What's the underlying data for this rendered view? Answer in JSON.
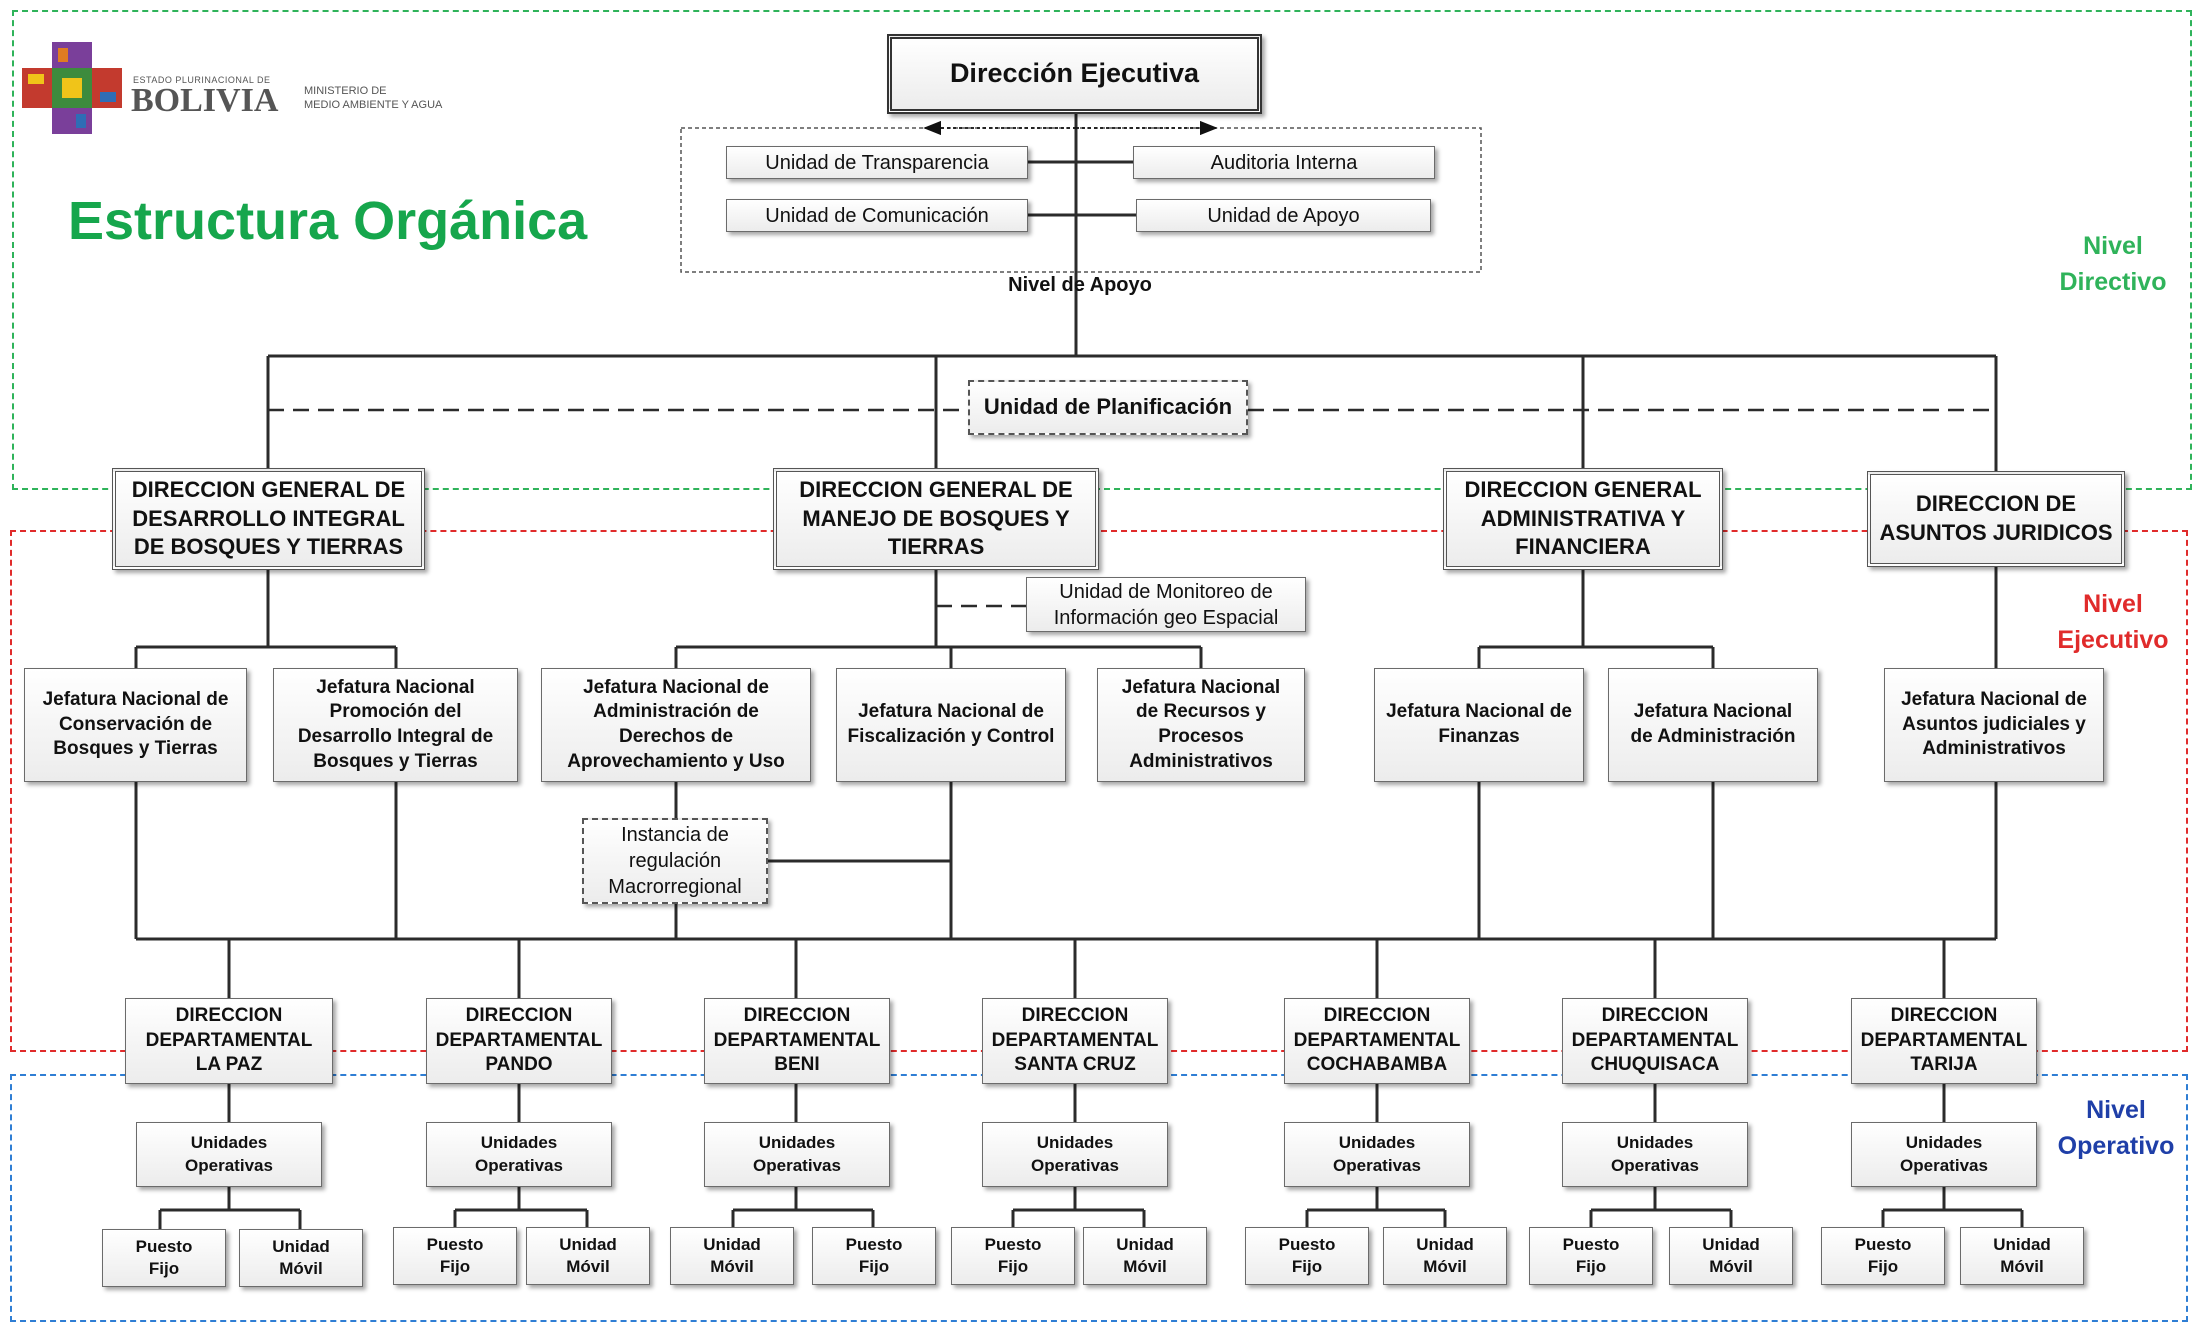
{
  "header": {
    "state_line": "ESTADO PLURINACIONAL DE",
    "country": "BOLIVIA",
    "ministry_line1": "MINISTERIO DE",
    "ministry_line2": "MEDIO AMBIENTE Y AGUA",
    "title": "Estructura Orgánica"
  },
  "levels": {
    "directivo": [
      "Nivel",
      "Directivo"
    ],
    "ejecutivo": [
      "Nivel",
      "Ejecutivo"
    ],
    "operativo": [
      "Nivel",
      "Operativo"
    ]
  },
  "executive": "Dirección Ejecutiva",
  "support": {
    "items": [
      "Unidad de Transparencia",
      "Auditoria Interna",
      "Unidad de Comunicación",
      "Unidad de Apoyo"
    ],
    "caption": "Nivel de Apoyo"
  },
  "planning": "Unidad de Planificación",
  "general_directions": [
    [
      "DIRECCION GENERAL DE",
      "DESARROLLO INTEGRAL",
      "DE BOSQUES Y TIERRAS"
    ],
    [
      "DIRECCION GENERAL DE",
      "MANEJO DE BOSQUES Y",
      "TIERRAS"
    ],
    [
      "DIRECCION GENERAL",
      "ADMINISTRATIVA Y",
      "FINANCIERA"
    ],
    [
      "DIRECCION DE",
      "ASUNTOS JURIDICOS"
    ]
  ],
  "monitoring_unit": [
    "Unidad de Monitoreo de",
    "Información geo Espacial"
  ],
  "jefaturas": [
    [
      "Jefatura Nacional  de",
      "Conservación de",
      "Bosques y Tierras"
    ],
    [
      "Jefatura Nacional",
      "Promoción del",
      "Desarrollo Integral de",
      "Bosques y Tierras"
    ],
    [
      "Jefatura Nacional de",
      "Administración de",
      "Derechos de",
      "Aprovechamiento y Uso"
    ],
    [
      "Jefatura Nacional de",
      "Fiscalización y Control"
    ],
    [
      "Jefatura Nacional",
      "de Recursos y",
      "Procesos",
      "Administrativos"
    ],
    [
      "Jefatura Nacional de",
      "Finanzas"
    ],
    [
      "Jefatura Nacional",
      "de Administración"
    ],
    [
      "Jefatura Nacional de",
      "Asuntos judiciales y",
      "Administrativos"
    ]
  ],
  "macro_instance": [
    "Instancia de",
    "regulación",
    "Macrorregional"
  ],
  "departments": [
    {
      "line1": "DIRECCION",
      "line2": "DEPARTAMENTAL",
      "name": "LA PAZ",
      "pair": [
        "Puesto Fijo",
        "Unidad Móvil"
      ]
    },
    {
      "line1": "DIRECCION",
      "line2": "DEPARTAMENTAL",
      "name": "PANDO",
      "pair": [
        "Puesto Fijo",
        "Unidad Móvil"
      ]
    },
    {
      "line1": "DIRECCION",
      "line2": "DEPARTAMENTAL",
      "name": "BENI",
      "pair": [
        "Unidad Móvil",
        "Puesto Fijo"
      ]
    },
    {
      "line1": "DIRECCION",
      "line2": "DEPARTAMENTAL",
      "name": "SANTA CRUZ",
      "pair": [
        "Puesto Fijo",
        "Unidad Móvil"
      ]
    },
    {
      "line1": "DIRECCION",
      "line2": "DEPARTAMENTAL",
      "name": "COCHABAMBA",
      "pair": [
        "Puesto Fijo",
        "Unidad Móvil"
      ]
    },
    {
      "line1": "DIRECCION",
      "line2": "DEPARTAMENTAL",
      "name": "CHUQUISACA",
      "pair": [
        "Puesto Fijo",
        "Unidad Móvil"
      ]
    },
    {
      "line1": "DIRECCION",
      "line2": "DEPARTAMENTAL",
      "name": "TARIJA",
      "pair": [
        "Puesto Fijo",
        "Unidad Móvil"
      ]
    }
  ],
  "operative_unit": [
    "Unidades",
    "Operativas"
  ],
  "colors": {
    "title_green": "#16a64c",
    "directivo": "#2fb35a",
    "ejecutivo": "#e02b2b",
    "operativo": "#1f3fa8",
    "line": "#2b2b2b"
  }
}
